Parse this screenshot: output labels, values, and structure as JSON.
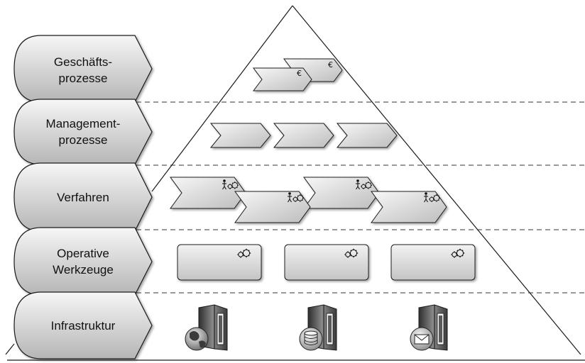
{
  "layers": [
    {
      "id": "geschaeftsprozesse",
      "lines": [
        "Geschäfts-",
        "prozesse"
      ]
    },
    {
      "id": "managementprozesse",
      "lines": [
        "Management-",
        "prozesse"
      ]
    },
    {
      "id": "verfahren",
      "lines": [
        "Verfahren"
      ]
    },
    {
      "id": "operative-werkzeuge",
      "lines": [
        "Operative",
        "Werkzeuge"
      ]
    },
    {
      "id": "infrastruktur",
      "lines": [
        "Infrastruktur"
      ]
    }
  ],
  "currency_symbol": "€",
  "icons": {
    "business_process": "euro-icon",
    "procedure": "person-gears-icon",
    "tool": "gears-icon",
    "servers": [
      "web-server-icon",
      "database-server-icon",
      "mail-server-icon"
    ]
  },
  "colors": {
    "tab_fill_light": "#f4f4f4",
    "tab_fill_dark": "#b9b9b9",
    "outline": "#1a1a1a",
    "dashed_line": "#333333",
    "server_dark": "#3a3a3a",
    "server_light": "#9a9a9a"
  }
}
